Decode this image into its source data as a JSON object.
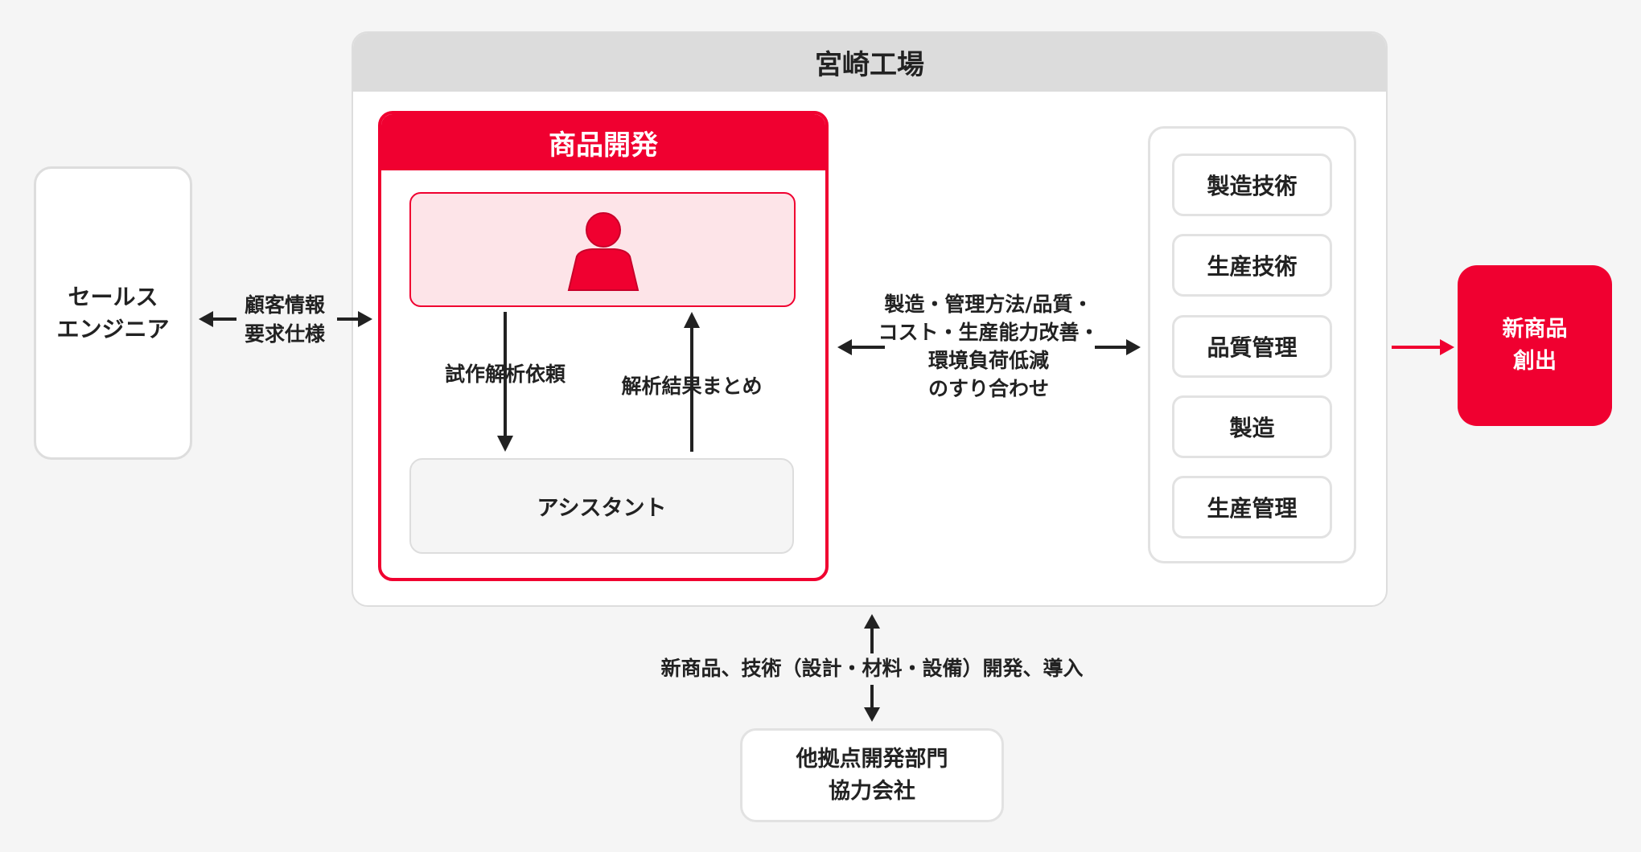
{
  "factory": {
    "title": "宮崎工場"
  },
  "sales": {
    "line1": "セールス",
    "line2": "エンジニア"
  },
  "sales_link": {
    "line1": "顧客情報",
    "line2": "要求仕様"
  },
  "dev": {
    "title": "商品開発",
    "request_label": "試作解析依頼",
    "result_label": "解析結果まとめ",
    "assistant": "アシスタント"
  },
  "middle_link": {
    "line1": "製造・管理方法/品質・",
    "line2": "コスト・生産能力改善・",
    "line3": "環境負荷低減",
    "line4": "のすり合わせ"
  },
  "departments": [
    "製造技術",
    "生産技術",
    "品質管理",
    "製造",
    "生産管理"
  ],
  "output": {
    "line1": "新商品",
    "line2": "創出"
  },
  "bottom_link": {
    "label": "新商品、技術（設計・材料・設備）開発、導入"
  },
  "partner": {
    "line1": "他拠点開発部門",
    "line2": "協力会社"
  },
  "colors": {
    "accent": "#f00030",
    "pink": "#fde4e8",
    "gray": "#dcdcdc"
  }
}
